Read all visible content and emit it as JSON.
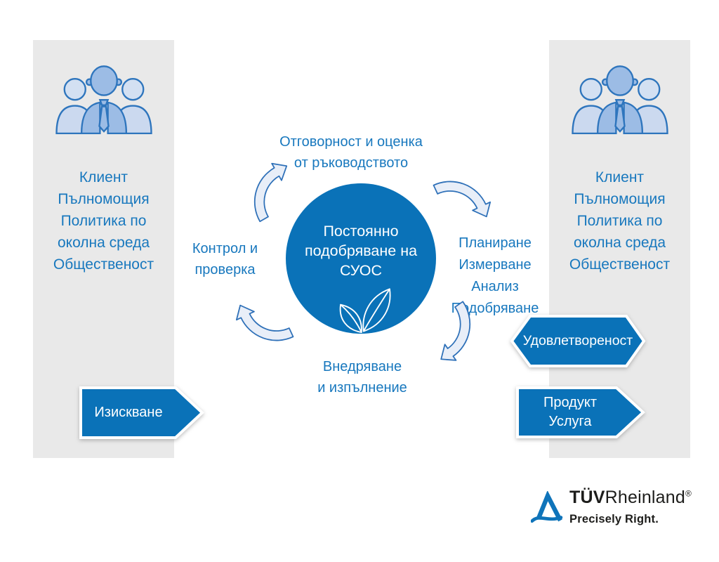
{
  "colors": {
    "brand_blue": "#0a72b8",
    "text_blue": "#1878be",
    "panel_gray": "#e9e9e9",
    "arrow_fill": "#e8eef8",
    "arrow_stroke": "#2e70b8",
    "banner_outline": "#ffffff",
    "logo_ink": "#1d1d1b"
  },
  "left_panel": {
    "lines": [
      "Клиент",
      "Пълномощия",
      "Политика по",
      "околна среда",
      "Общественост"
    ]
  },
  "right_panel": {
    "lines": [
      "Клиент",
      "Пълномощия",
      "Политика по",
      "околна среда",
      "Общественост"
    ]
  },
  "cycle": {
    "center_circle": {
      "lines": [
        "Постоянно",
        "подобряване на",
        "СУОС"
      ],
      "icon": "leaf-icon"
    },
    "top_label": {
      "lines": [
        "Отговорност и оценка",
        "от ръководството"
      ]
    },
    "right_label": {
      "lines": [
        "Планиране",
        "Измерване",
        "Анализ",
        "Подобряване"
      ]
    },
    "bottom_label": {
      "lines": [
        "Внедряване",
        "и изпълнение"
      ]
    },
    "left_label": {
      "lines": [
        "Контрол и",
        "проверка"
      ]
    }
  },
  "banners": {
    "requirement": {
      "label": "Изискване"
    },
    "satisfaction": {
      "label": "Удовлетвореност"
    },
    "product_service": {
      "lines": [
        "Продукт",
        "Услуга"
      ]
    }
  },
  "logo": {
    "tuv": "TÜV",
    "rheinland": "Rheinland",
    "registered": "®",
    "tagline": "Precisely Right."
  },
  "icons": {
    "team": "team-icon",
    "leaf": "leaf-icon",
    "curved_arrow": "curved-arrow-icon",
    "tuv_triangle": "tuv-triangle-icon"
  }
}
